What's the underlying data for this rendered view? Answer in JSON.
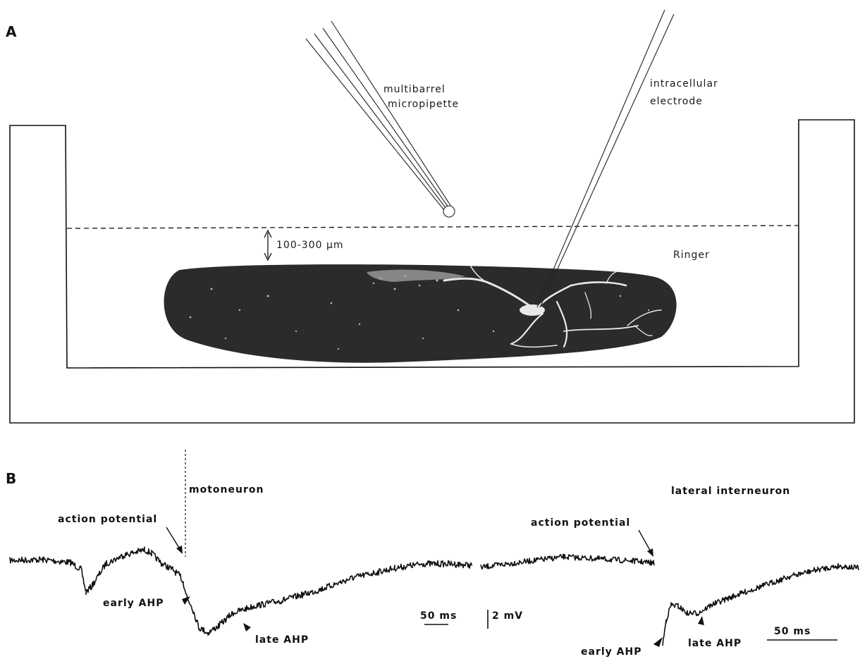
{
  "panel_a": {
    "label": "A",
    "multibarrel_line1": "multibarrel",
    "multibarrel_line2": "micropipette",
    "intracellular_line1": "intracellular",
    "intracellular_line2": "electrode",
    "depth": "100-300 μm",
    "ringer": "Ringer"
  },
  "panel_b": {
    "label": "B",
    "motoneuron": "motoneuron",
    "lateral_interneuron": "lateral interneuron",
    "action_potential_1": "action potential",
    "action_potential_2": "action potential",
    "early_ahp_1": "early AHP",
    "late_ahp_1": "late AHP",
    "early_ahp_2": "early AHP",
    "late_ahp_2": "late AHP",
    "scale_time_1": "50 ms",
    "scale_voltage": "2 mV",
    "scale_time_2": "50 ms"
  },
  "colors": {
    "ink": "#111111",
    "tissue": "#2b2b2b",
    "neuron": "#e8e8e8"
  }
}
